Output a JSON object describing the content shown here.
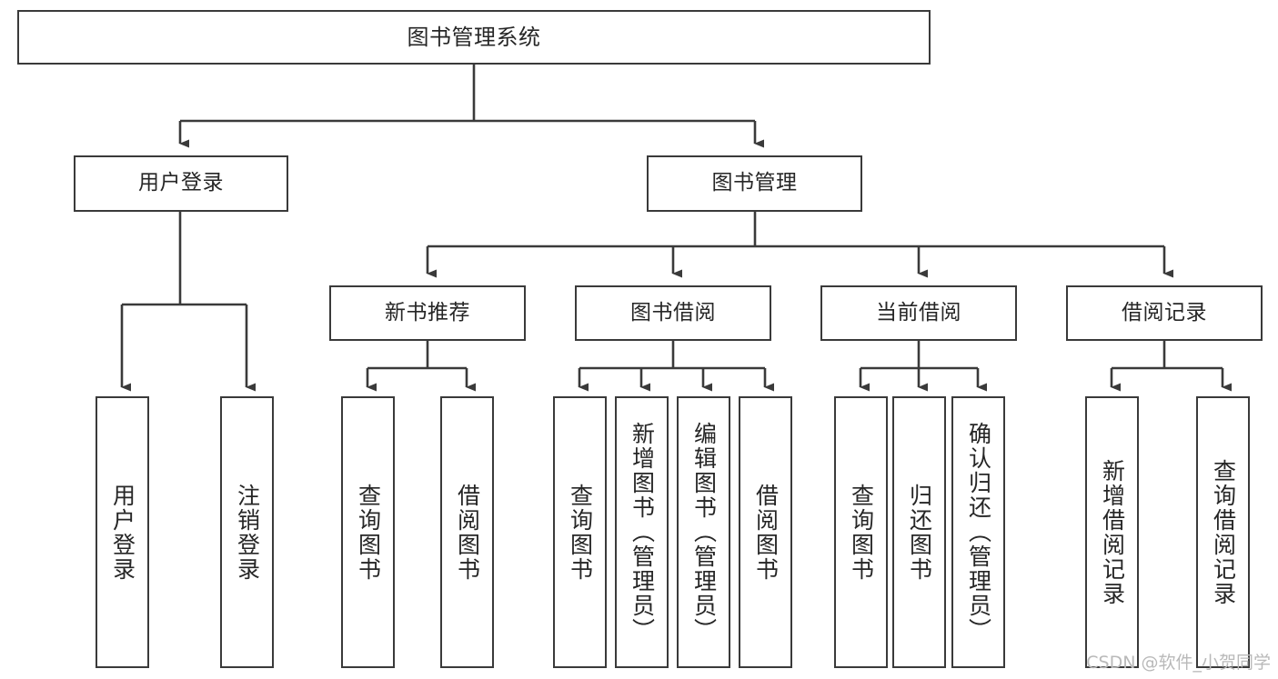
{
  "diagram": {
    "title": "图书管理系统",
    "type": "tree-hierarchy",
    "watermark": "CSDN @软件_小贺同学",
    "colors": {
      "background": "#ffffff",
      "node_fill": "#ffffff",
      "node_stroke": "#3a3a3a",
      "edge_stroke": "#3a3a3a",
      "text": "#262626",
      "watermark": "#b9b9b9"
    }
  },
  "nodes": {
    "root": {
      "label": "图书管理系统"
    },
    "level2": [
      {
        "label": "用户登录"
      },
      {
        "label": "图书管理"
      }
    ],
    "level3": [
      {
        "label": "新书推荐"
      },
      {
        "label": "图书借阅"
      },
      {
        "label": "当前借阅"
      },
      {
        "label": "借阅记录"
      }
    ],
    "leaves": {
      "user_login": [
        {
          "label": "用户登录"
        },
        {
          "label": "注销登录"
        }
      ],
      "new_book_recommend": [
        {
          "label": "查询图书"
        },
        {
          "label": "借阅图书"
        }
      ],
      "book_borrow": [
        {
          "label": "查询图书"
        },
        {
          "label": "新增图书（管理员）"
        },
        {
          "label": "编辑图书（管理员）"
        },
        {
          "label": "借阅图书"
        }
      ],
      "current_borrow": [
        {
          "label": "查询图书"
        },
        {
          "label": "归还图书"
        },
        {
          "label": "确认归还（管理员）"
        }
      ],
      "borrow_record": [
        {
          "label": "新增借阅记录"
        },
        {
          "label": "查询借阅记录"
        }
      ]
    }
  }
}
